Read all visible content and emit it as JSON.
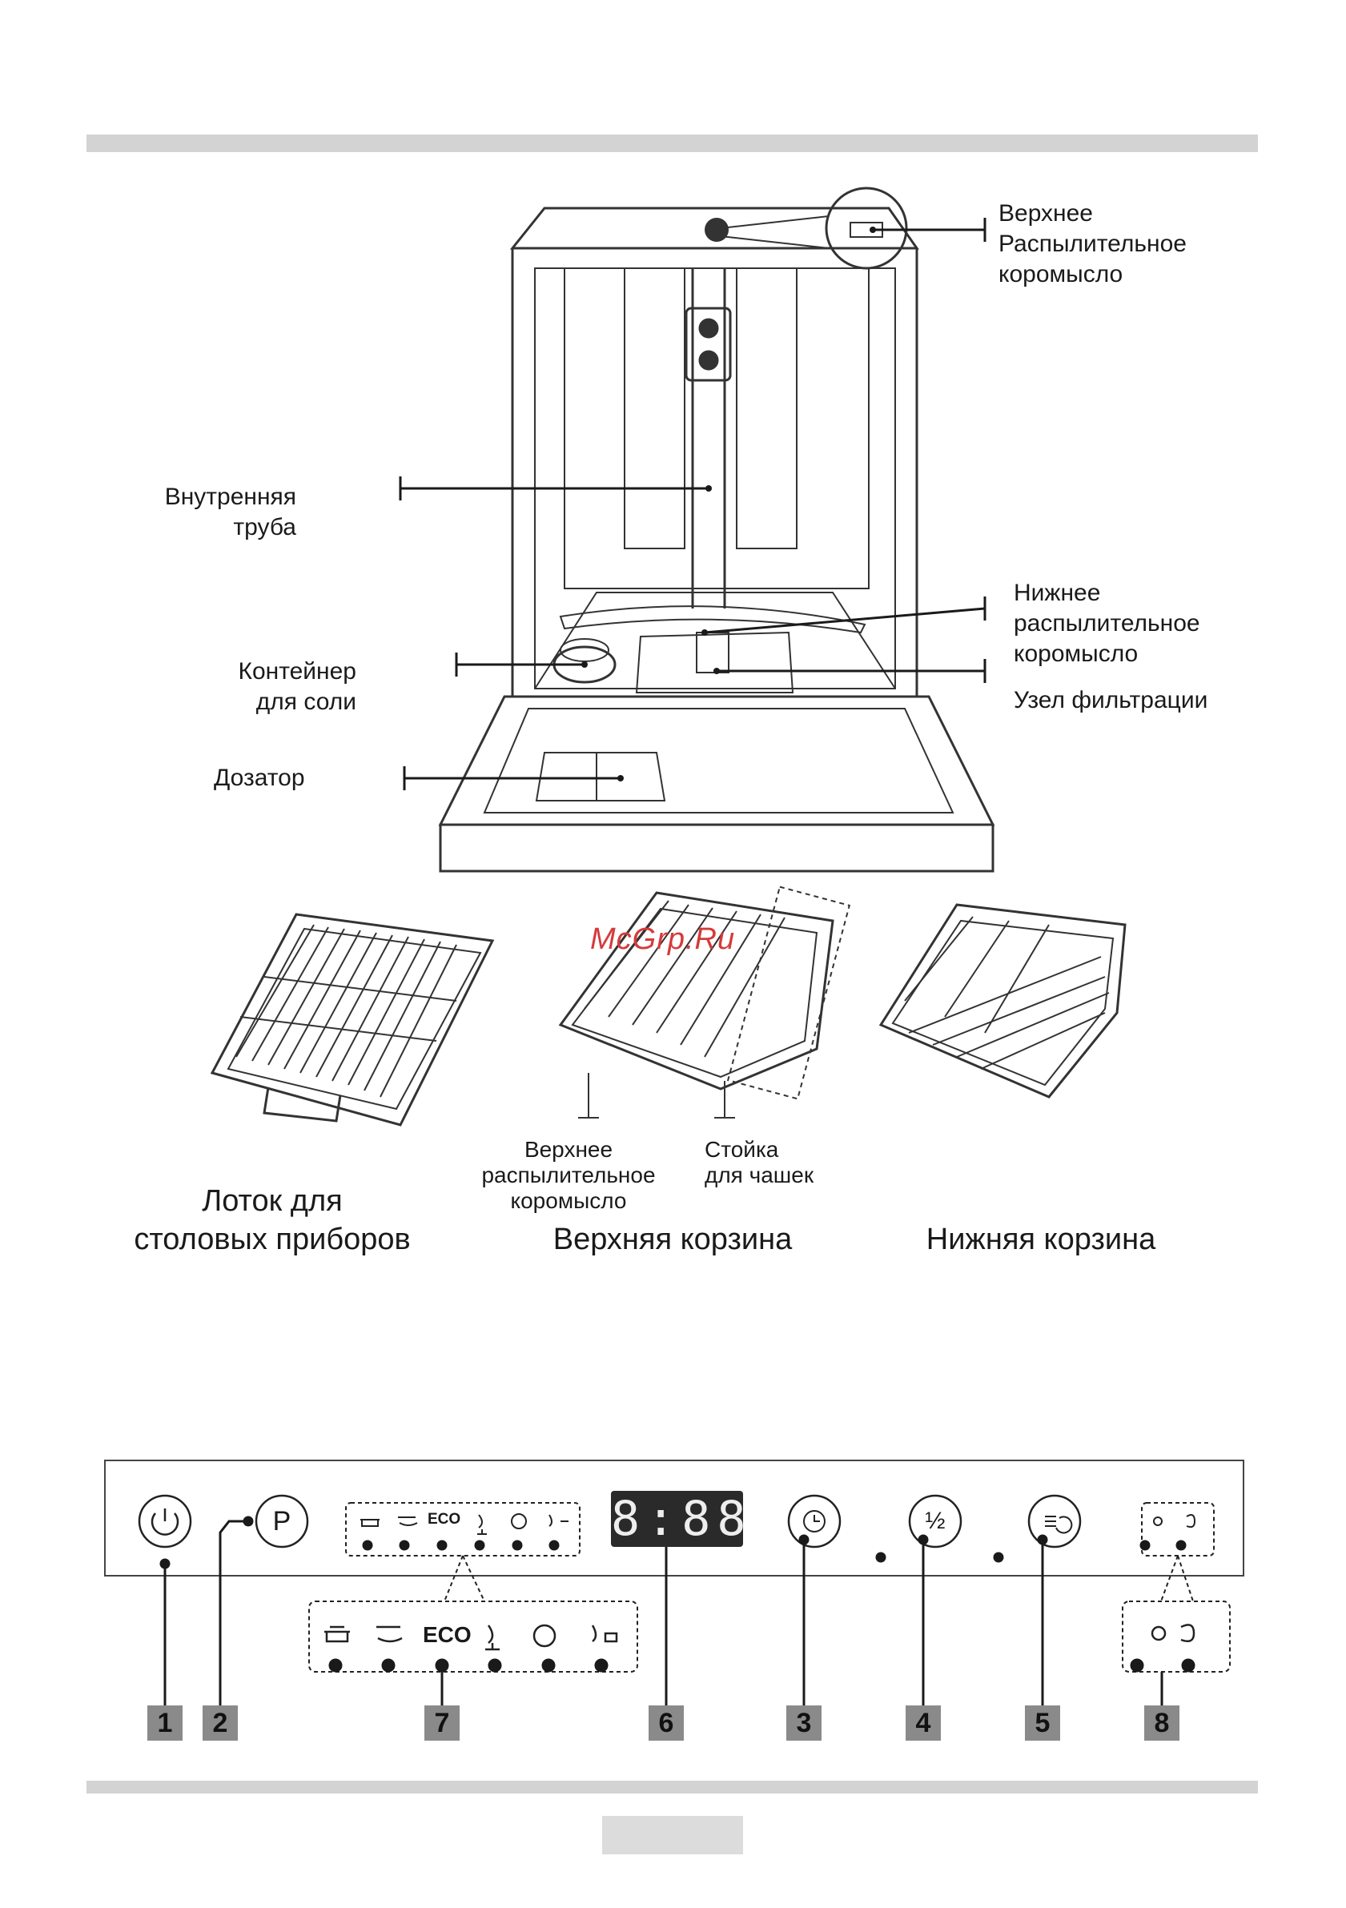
{
  "diagram": {
    "labels": {
      "upper_spray_arm_top": [
        "Верхнее",
        "Распылительное",
        "коромысло"
      ],
      "inner_pipe": [
        "Внутренняя",
        "труба"
      ],
      "lower_spray_arm": [
        "Нижнее",
        "распылительное",
        "коромысло"
      ],
      "filter_assembly": "Узел фильтрации",
      "salt_container": [
        "Контейнер",
        "для соли"
      ],
      "dispenser": "Дозатор"
    }
  },
  "baskets": {
    "cutlery_tray_caption": [
      "Лоток для",
      "столовых приборов"
    ],
    "upper_basket_caption": "Верхняя корзина",
    "lower_basket_caption": "Нижняя корзина",
    "upper_spray_arm_label": [
      "Верхнее",
      "распылительное",
      "коромысло"
    ],
    "cup_rack_label": [
      "Стойка",
      "для чашек"
    ],
    "watermark": "McGrp.Ru"
  },
  "control_panel": {
    "program_button_glyph": "P",
    "display_text": "8:88",
    "half_load_glyph": "½",
    "eco_label": "ECO",
    "icons": [
      "power-icon",
      "program-icon",
      "intensive-icon",
      "normal-icon",
      "eco-icon",
      "glass-icon",
      "rapid-90-icon",
      "prewash-icon",
      "clock-icon",
      "half-load-icon",
      "extra-dry-icon",
      "rinse-aid-icon",
      "salt-icon"
    ],
    "callouts": [
      "1",
      "2",
      "7",
      "6",
      "3",
      "4",
      "5",
      "8"
    ]
  }
}
